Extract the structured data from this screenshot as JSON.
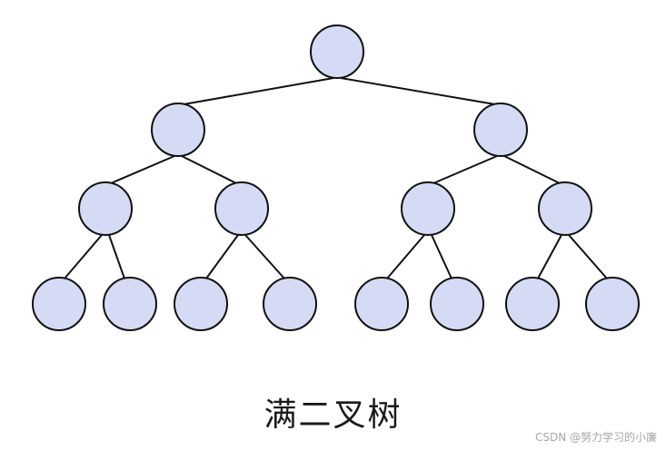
{
  "diagram": {
    "type": "full-binary-tree",
    "depth": 4,
    "node_count": 15,
    "node_fill": "#d6dbf5",
    "node_stroke": "#111111",
    "edge_color": "#111111",
    "caption": "满二叉树",
    "nodes": [
      {
        "id": "n1",
        "level": 0
      },
      {
        "id": "n2",
        "level": 1,
        "parent": "n1"
      },
      {
        "id": "n3",
        "level": 1,
        "parent": "n1"
      },
      {
        "id": "n4",
        "level": 2,
        "parent": "n2"
      },
      {
        "id": "n5",
        "level": 2,
        "parent": "n2"
      },
      {
        "id": "n6",
        "level": 2,
        "parent": "n3"
      },
      {
        "id": "n7",
        "level": 2,
        "parent": "n3"
      },
      {
        "id": "n8",
        "level": 3,
        "parent": "n4"
      },
      {
        "id": "n9",
        "level": 3,
        "parent": "n4"
      },
      {
        "id": "n10",
        "level": 3,
        "parent": "n5"
      },
      {
        "id": "n11",
        "level": 3,
        "parent": "n5"
      },
      {
        "id": "n12",
        "level": 3,
        "parent": "n6"
      },
      {
        "id": "n13",
        "level": 3,
        "parent": "n6"
      },
      {
        "id": "n14",
        "level": 3,
        "parent": "n7"
      },
      {
        "id": "n15",
        "level": 3,
        "parent": "n7"
      }
    ]
  },
  "watermark": "CSDN @努力学习的小廉"
}
